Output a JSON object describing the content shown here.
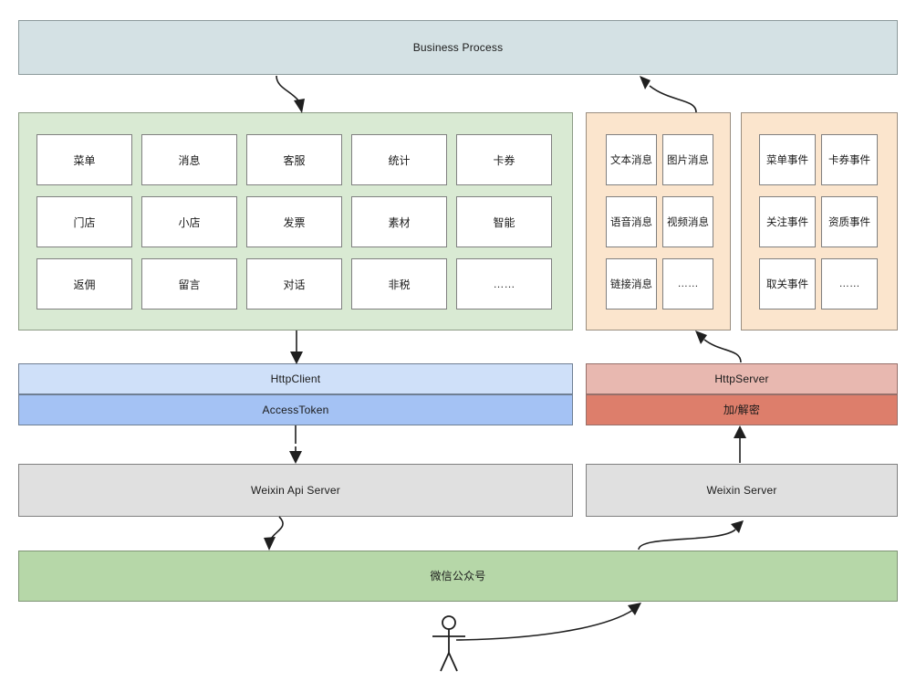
{
  "diagram": {
    "title": "Business Process",
    "top_bar": {
      "label": "Business Process",
      "color": "#d4e1e4"
    },
    "left_group": {
      "name": "business-capability-group",
      "color": "#d9ead3",
      "cells": [
        "菜单",
        "消息",
        "客服",
        "统计",
        "卡券",
        "门店",
        "小店",
        "发票",
        "素材",
        "智能",
        "返佣",
        "留言",
        "对话",
        "非税",
        "……"
      ]
    },
    "message_group": {
      "name": "message-types-group",
      "color": "#fbe5cd",
      "cells": [
        "文本消息",
        "图片消息",
        "语音消息",
        "视频消息",
        "链接消息",
        "……"
      ]
    },
    "event_group": {
      "name": "event-types-group",
      "color": "#fbe5cd",
      "cells": [
        "菜单事件",
        "卡券事件",
        "关注事件",
        "资质事件",
        "取关事件",
        "……"
      ]
    },
    "middle": {
      "http_client": {
        "label": "HttpClient",
        "color": "#cfe0f9"
      },
      "access_token": {
        "label": "AccessToken",
        "color": "#a4c2f4"
      },
      "http_server": {
        "label": "HttpServer",
        "color": "#e8b8b0"
      },
      "encrypt": {
        "label": "加/解密",
        "color": "#dd7e6b"
      }
    },
    "servers": {
      "api_server": {
        "label": "Weixin Api Server",
        "color": "#e0e0e0"
      },
      "weixin_server": {
        "label": "Weixin Server",
        "color": "#e0e0e0"
      }
    },
    "bottom_bar": {
      "label": "微信公众号",
      "color": "#b6d7a8"
    },
    "actor": {
      "name": "user-stick-figure"
    },
    "edges": [
      {
        "from": "Business Process",
        "to": "business-capability-group",
        "style": "curved-arrow"
      },
      {
        "from": "message-types-group",
        "to": "Business Process",
        "style": "curved-arrow"
      },
      {
        "from": "business-capability-group",
        "to": "HttpClient",
        "style": "straight-arrow"
      },
      {
        "from": "AccessToken",
        "to": "Weixin Api Server",
        "style": "straight-arrow"
      },
      {
        "from": "HttpServer",
        "to": "message-types-group",
        "style": "curved-arrow"
      },
      {
        "from": "Weixin Server",
        "to": "加/解密",
        "style": "straight-arrow"
      },
      {
        "from": "Weixin Api Server",
        "to": "微信公众号",
        "style": "curved-arrow"
      },
      {
        "from": "微信公众号",
        "to": "Weixin Server",
        "style": "curved-arrow"
      },
      {
        "from": "user-stick-figure",
        "to": "微信公众号",
        "style": "curved-arrow"
      }
    ]
  }
}
